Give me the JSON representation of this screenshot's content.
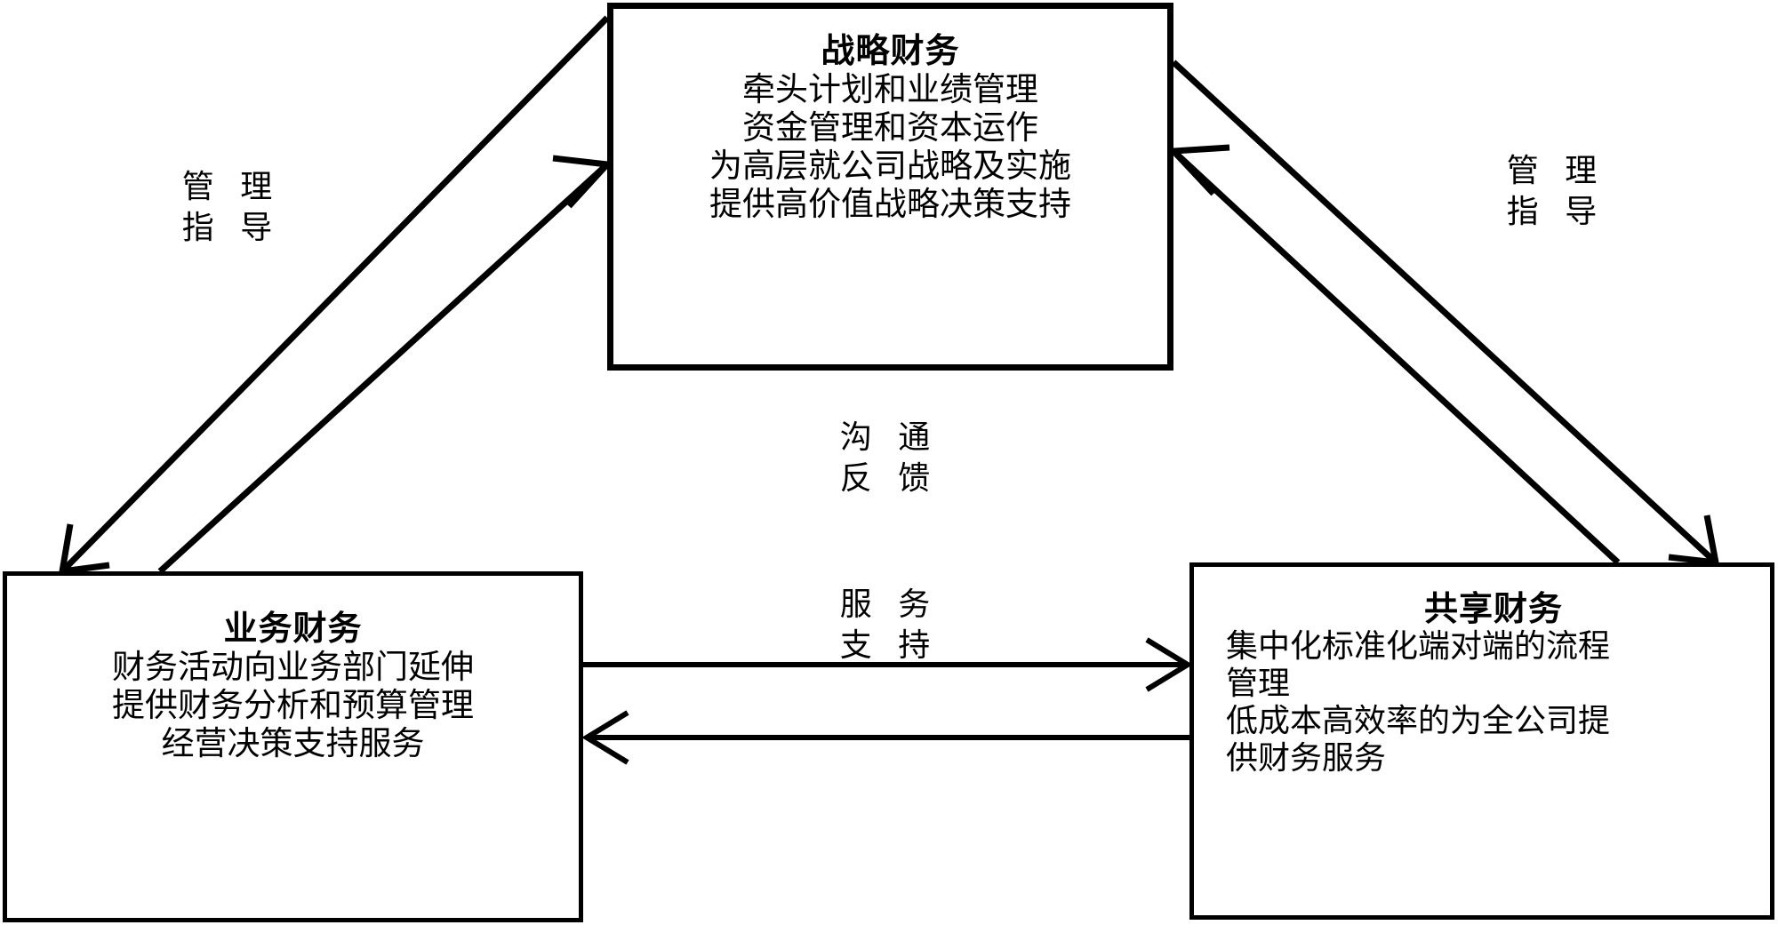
{
  "diagram": {
    "type": "three-tier finance organization relationship diagram",
    "nodes": [
      {
        "id": "strategic",
        "title": "战略财务",
        "lines": [
          "牵头计划和业绩管理",
          "资金管理和资本运作",
          "为高层就公司战略及实施",
          "提供高价值战略决策支持"
        ],
        "align": "center",
        "emphasis": true
      },
      {
        "id": "business",
        "title": "业务财务",
        "lines": [
          "财务活动向业务部门延伸",
          "提供财务分析和预算管理",
          "经营决策支持服务"
        ],
        "align": "center",
        "emphasis": false
      },
      {
        "id": "shared",
        "title": "共享财务",
        "lines": [
          "集中化标准化端对端的流程",
          "管理",
          "低成本高效率的为全公司提",
          "供财务服务"
        ],
        "align": "left",
        "emphasis": false
      }
    ],
    "edge_labels": [
      {
        "id": "manage-left",
        "line1": "管 理",
        "line2": "指 导"
      },
      {
        "id": "manage-right",
        "line1": "管 理",
        "line2": "指 导"
      },
      {
        "id": "communicate",
        "line1": "沟 通",
        "line2": "反 馈"
      },
      {
        "id": "service",
        "line1": "服 务",
        "line2": "支 持"
      }
    ],
    "style": {
      "line_color": "#000000",
      "fill_color": "#ffffff",
      "border_color": "#000000"
    }
  }
}
